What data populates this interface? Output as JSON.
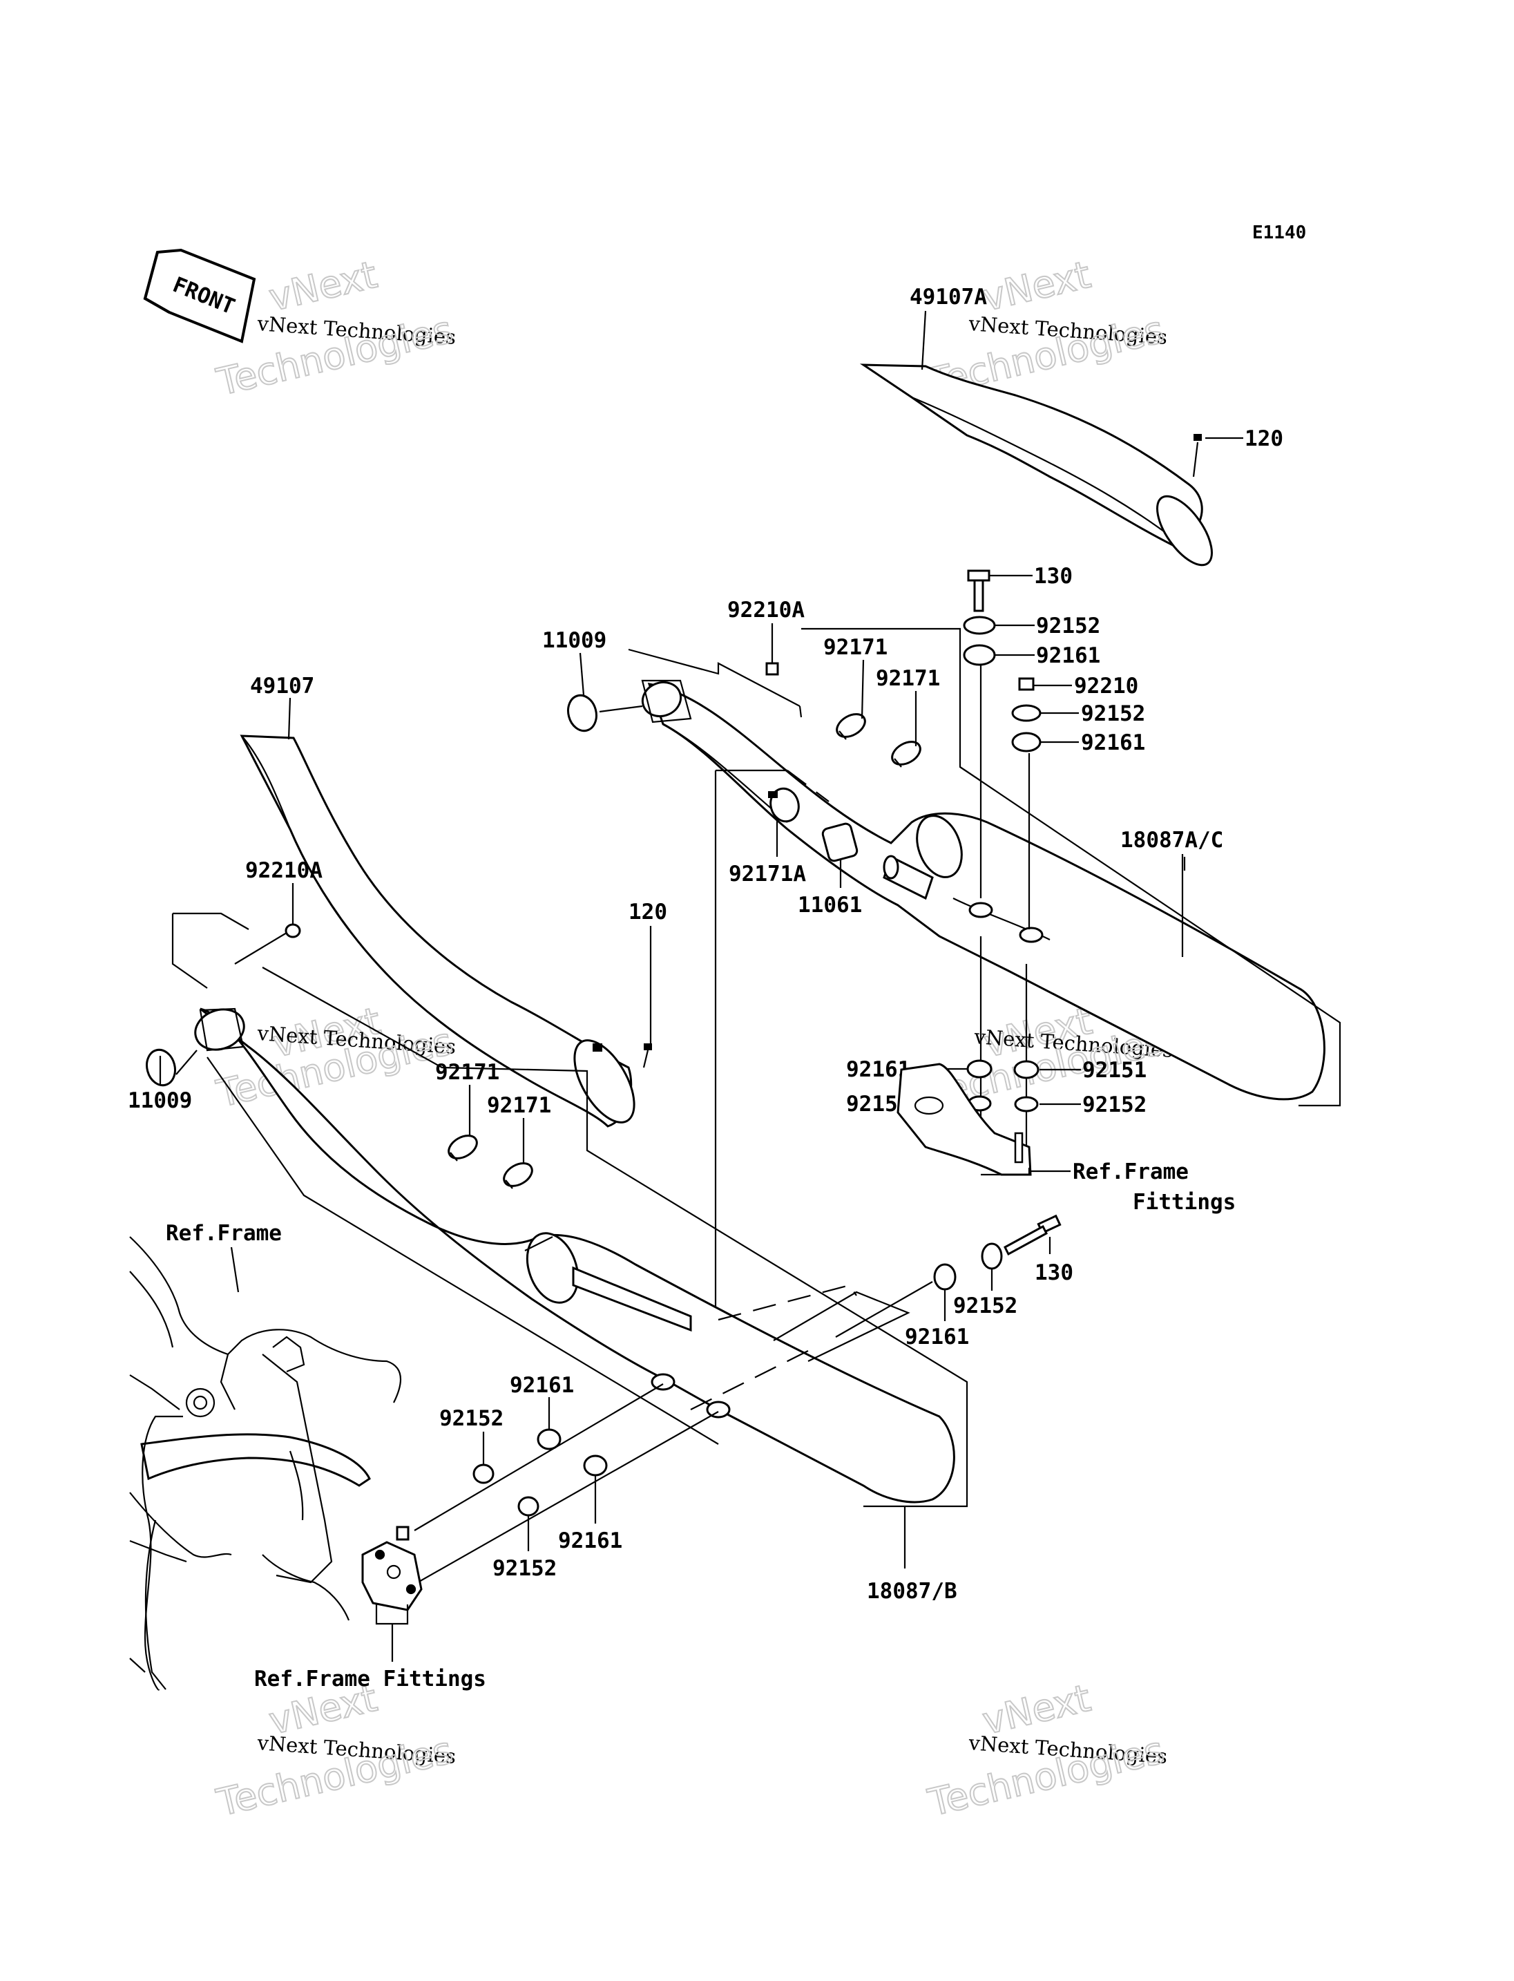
{
  "diagram_code": "E1140",
  "front_arrow_text": "FRONT",
  "watermark": {
    "line1": "vNext",
    "line2": "vNext Technologies",
    "line3": "Technologies"
  },
  "callouts": {
    "p49107A": "49107A",
    "p120_top": "120",
    "p130_top": "130",
    "p92152_a": "92152",
    "p92161_a": "92161",
    "p92210": "92210",
    "p92152_b": "92152",
    "p92161_b": "92161",
    "p92210A_top": "92210A",
    "p11009_top": "11009",
    "p92171_a": "92171",
    "p92171_b": "92171",
    "p18087AC": "18087A/C",
    "p92171A": "92171A",
    "p11061": "11061",
    "p49107": "49107",
    "p92210A_left": "92210A",
    "p120_mid": "120",
    "p11009_left": "11009",
    "p92161_c": "92161",
    "p92152_c": "92152",
    "p92151": "92151",
    "p92152_d": "92152",
    "ref_frame_fittings_right_1": "Ref.Frame",
    "ref_frame_fittings_right_2": "Fittings",
    "p92171_c": "92171",
    "p92171_d": "92171",
    "ref_frame": "Ref.Frame",
    "p130_bottom": "130",
    "p92152_e": "92152",
    "p92161_d": "92161",
    "p92161_e": "92161",
    "p92152_f": "92152",
    "p92161_f": "92161",
    "p92152_g": "92152",
    "p18087B": "18087/B",
    "ref_frame_fittings_bottom": "Ref.Frame Fittings"
  }
}
